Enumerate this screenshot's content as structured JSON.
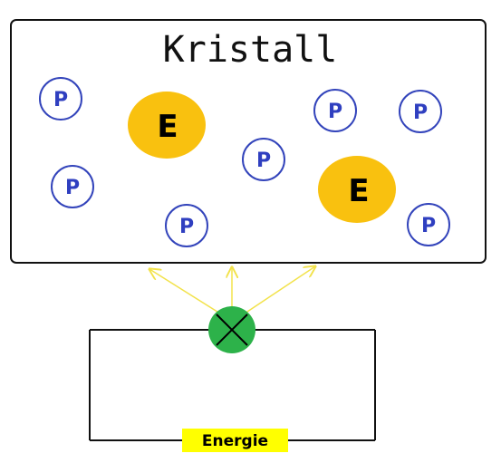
{
  "crystal": {
    "title": "Kristall"
  },
  "particles": {
    "p_label": "P",
    "e_label": "E"
  },
  "circuit": {
    "energy_label": "Energie"
  },
  "colors": {
    "crystal_border": "#111111",
    "p_stroke": "#3344bb",
    "p_text": "#2f3fc0",
    "e_fill": "#f9c10f",
    "lamp_fill": "#2db24a",
    "rays": "#f2e24a",
    "energy_bg": "#ffff00"
  },
  "icons": {
    "lamp": "lamp-cross-icon",
    "rays": "light-ray-arrow-icon"
  }
}
